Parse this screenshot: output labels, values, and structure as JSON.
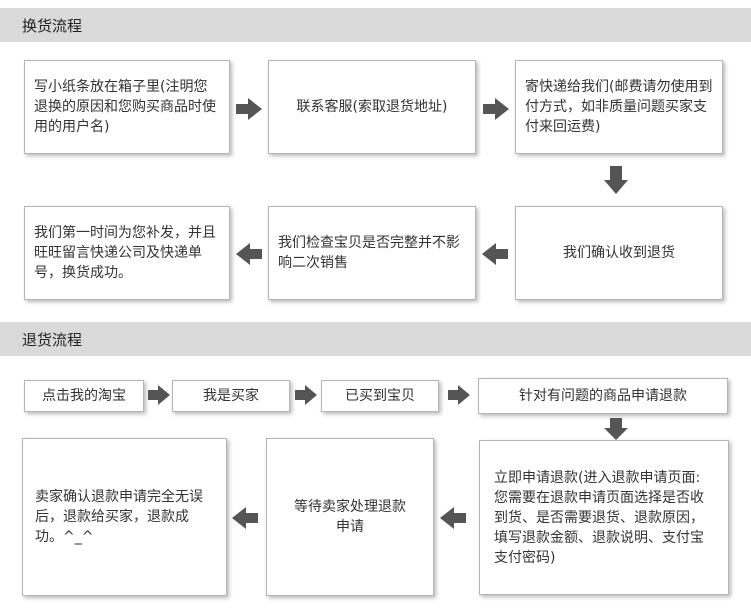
{
  "exchange": {
    "header": "换货流程",
    "steps": [
      "写小纸条放在箱子里(注明您退换的原因和您购买商品时使用的用户名)",
      "联系客服(索取退货地址)",
      "寄快递给我们(邮费请勿使用到付方式，如非质量问题买家支付来回运费)",
      "我们确认收到退货",
      "我们检查宝贝是否完整并不影响二次销售",
      "我们第一时间为您补发，并且旺旺留言快递公司及快递单号，换货成功。"
    ]
  },
  "return": {
    "header": "退货流程",
    "steps": [
      "点击我的淘宝",
      "我是买家",
      "已买到宝贝",
      "针对有问题的商品申请退款",
      "立即申请退款(进入退款申请页面:您需要在退款申请页面选择是否收到货、是否需要退货、退款原因，填写退款金额、退款说明、支付宝支付密码)",
      "等待卖家处理退款申请",
      "卖家确认退款申请完全无误后，退款给买家，退款成功。^_^"
    ]
  },
  "colors": {
    "header_bg": "#dadada",
    "arrow": "#555555",
    "border": "#b5b5b5"
  },
  "icons": {
    "arrow_right": "arrow-right-icon",
    "arrow_left": "arrow-left-icon",
    "arrow_down": "arrow-down-icon"
  }
}
